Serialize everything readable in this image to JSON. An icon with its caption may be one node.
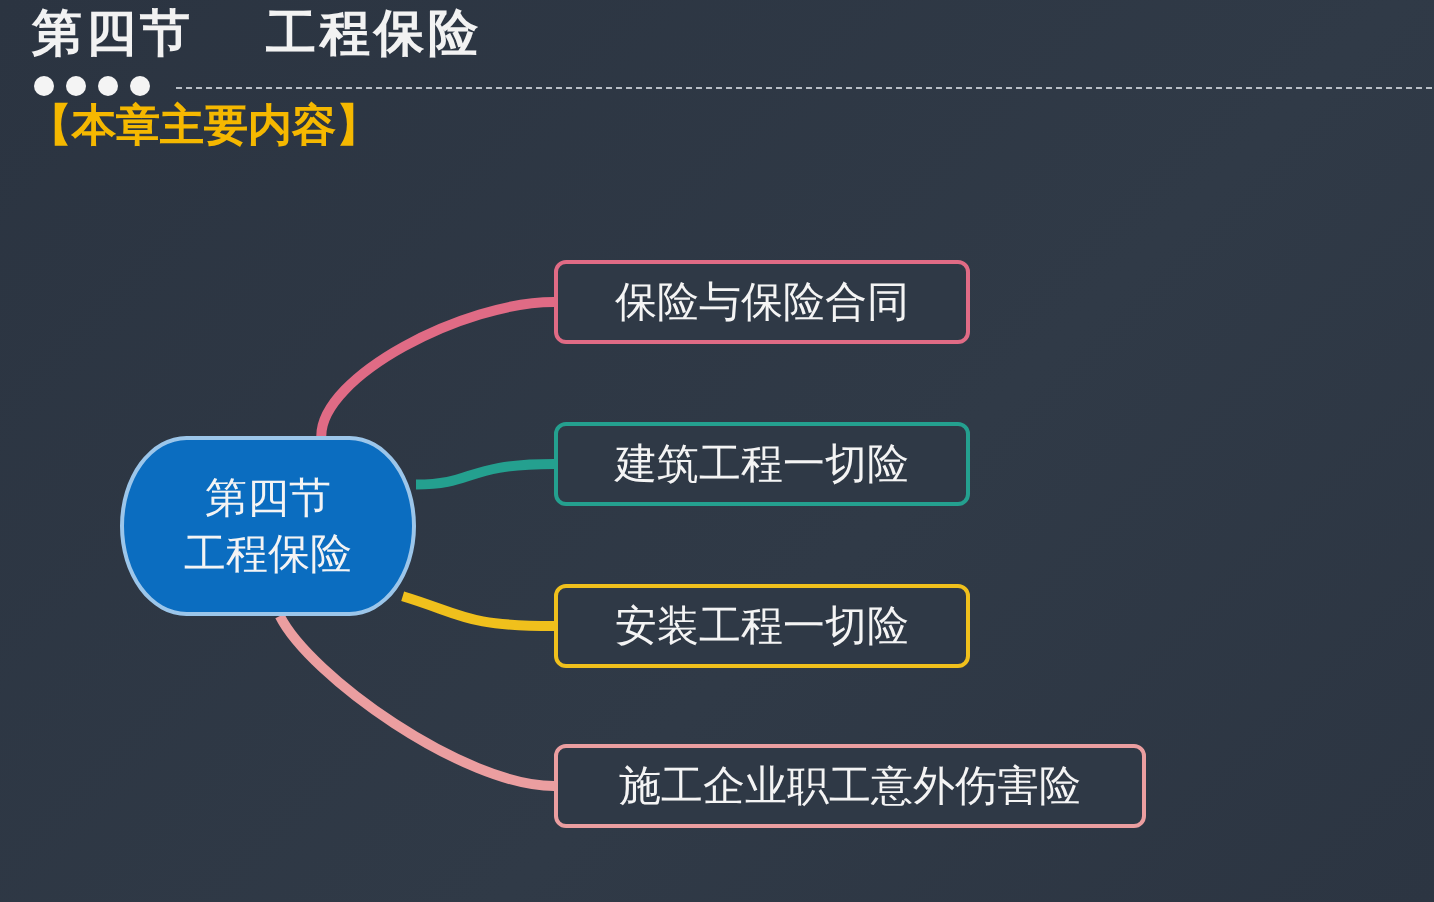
{
  "diagram": {
    "title": "第四节 工程保险",
    "nodes": [
      {
        "text": [
          "第四节",
          "工程保险"
        ]
      },
      {
        "text": [
          "保险与保险合同"
        ]
      },
      {
        "text": [
          "建筑工程一切险"
        ]
      },
      {
        "text": [
          "安装工程一切险"
        ]
      },
      {
        "text": [
          "施工企业职工意外伤害险"
        ]
      }
    ],
    "edges": [
      {
        "from": 0,
        "to": 1,
        "arrow": "none",
        "color": "#e06b85"
      },
      {
        "from": 0,
        "to": 2,
        "arrow": "none",
        "color": "#24a08f"
      },
      {
        "from": 0,
        "to": 3,
        "arrow": "none",
        "color": "#f0c01c"
      },
      {
        "from": 0,
        "to": 4,
        "arrow": "none",
        "color": "#eb9ea0"
      }
    ],
    "labels": [
      "【本章主要内容】"
    ]
  }
}
